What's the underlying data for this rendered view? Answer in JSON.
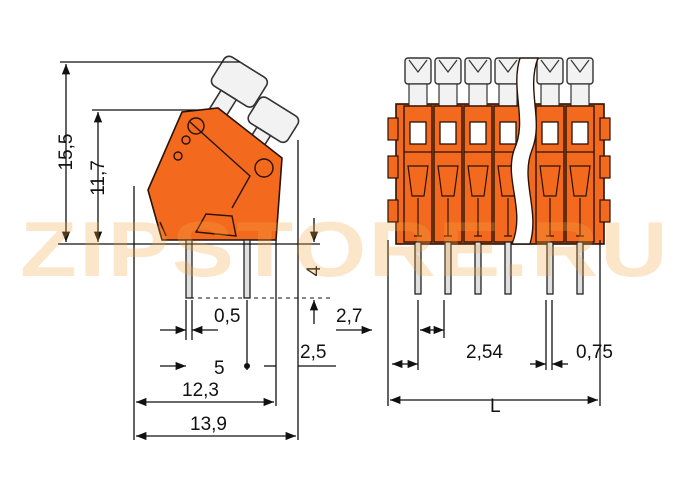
{
  "watermark": "ZIPSTORE.RU",
  "colors": {
    "housing": "#f36a1f",
    "outline": "#2a1205",
    "lever": "#f2f2f2",
    "watermark": "#f6a640"
  },
  "dimensions": {
    "height_total": "15,5",
    "height_body": "11,7",
    "pin_length": "4",
    "pin_width": "0,5",
    "pitch_5": "5",
    "width_12_3": "12,3",
    "width_13_9": "13,9",
    "offset_2_5": "2,5",
    "offset_2_7": "2,7",
    "pitch_2_54": "2,54",
    "pin_0_75": "0,75",
    "length_L": "L"
  }
}
